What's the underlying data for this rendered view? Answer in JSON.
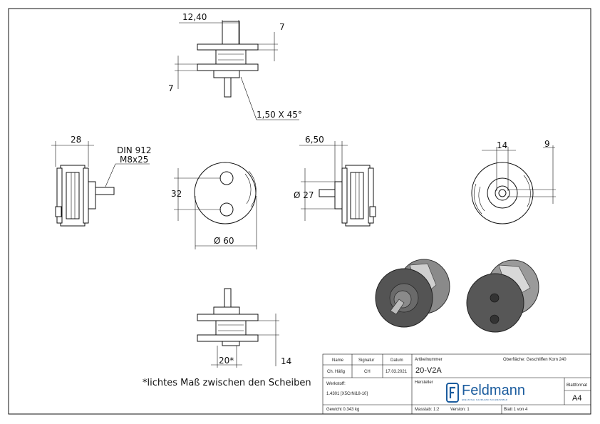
{
  "dimensions": {
    "d_12_40": "12,40",
    "d_7_top": "7",
    "d_7_left": "7",
    "chamfer": "1,50 X 45°",
    "d_28": "28",
    "din_line1": "DIN 912",
    "din_line2": "M8x25",
    "d_32": "32",
    "d_60": "Ø 60",
    "d_6_50": "6,50",
    "d_27": "Ø 27",
    "d_14_top": "14",
    "d_9": "9",
    "d_20": "20*",
    "d_14_bottom": "14"
  },
  "note": "*lichtes Maß zwischen den Scheiben",
  "title_block": {
    "h_name": "Name",
    "h_signatur": "Signatur",
    "h_datum": "Datum",
    "name": "Ch. Häfig",
    "signatur": "CH",
    "datum": "17.03.2021",
    "artikelnummer_label": "Artikelnummer",
    "artikelnummer": "20-V2A",
    "oberflaeche": "Oberfläche: Geschliffen Korn 240",
    "werkstoff_label": "Werkstoff:",
    "werkstoff": "1.4301 [X5CrNi18-10]",
    "hersteller_label": "Hersteller",
    "blattformat_label": "Blattformat",
    "blattformat": "A4",
    "gewicht": "Gewicht 0.343 kg",
    "massstab": "Masstab: 1:2",
    "version": "Version: 1",
    "blatt": "Blatt 1 von 4",
    "brand": "Feldmann",
    "brand_sub": "EDELSTAHL KAUMHAND SCHWEISSBAR",
    "logo_icon": "feldmann-logo-icon"
  }
}
